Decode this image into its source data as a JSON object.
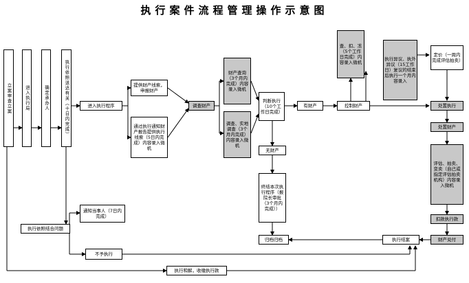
{
  "title": "执行案件流程管理操作示意图",
  "nodes": {
    "lian_shencha": "立案审查立案",
    "jinru_zhixing": "进入执行局",
    "fenpei": "确定承办人",
    "fachu_tongzhi": "执行依照送达有关（十日内完成）",
    "jinru_chengxu": "进入执行程序",
    "caichan_xiansuo": "提供财产线索，申报财产",
    "fadian_chaxun": "通过执行通知财产报告提供执行线索（5日内完成）内容录入微机",
    "diaocha_caichan": "调查财产",
    "chaxun_cunkuan": "财产查询（3个月内完成）内容录入微机",
    "dizheng": "调查、实地调查（3个月内完成）内容录入微机",
    "panduan": "判断执行（10个工作日完成）",
    "you_caichan": "有财产",
    "kongzhi_caichan": "控制财产",
    "cha_dong_kou": "查、扣、冻（5个工作日完成）内容录入微机",
    "yiyi": "执行异议、执外异议（15工作日）复议的结束后执行一个月内容录入",
    "dingjia": "定价（一周内完成评估拍卖）",
    "chuzhi_zhixing": "处置执行",
    "chuzhi_caichan": "处置财产",
    "paimai": "评估、拍卖、变卖（自己或指定评估拍卖机构）内容录入微机",
    "hexiao": "扣款执行款",
    "caichan_duixian": "财产兑付",
    "zhixing_jieshu": "执行结案",
    "guidang": "归档归档",
    "wu_caichan": "无财产",
    "zhongben": "终结本次执行程序（报院长审批（3个月内完成））",
    "xiaozu_heyi": "执行依照结合问题",
    "tongzhi_dangshiren": "通知当事人（7日内完成）",
    "buyu_zhixing": "不予执行",
    "zhixing_hejie": "执行和解，收缴执行款"
  }
}
